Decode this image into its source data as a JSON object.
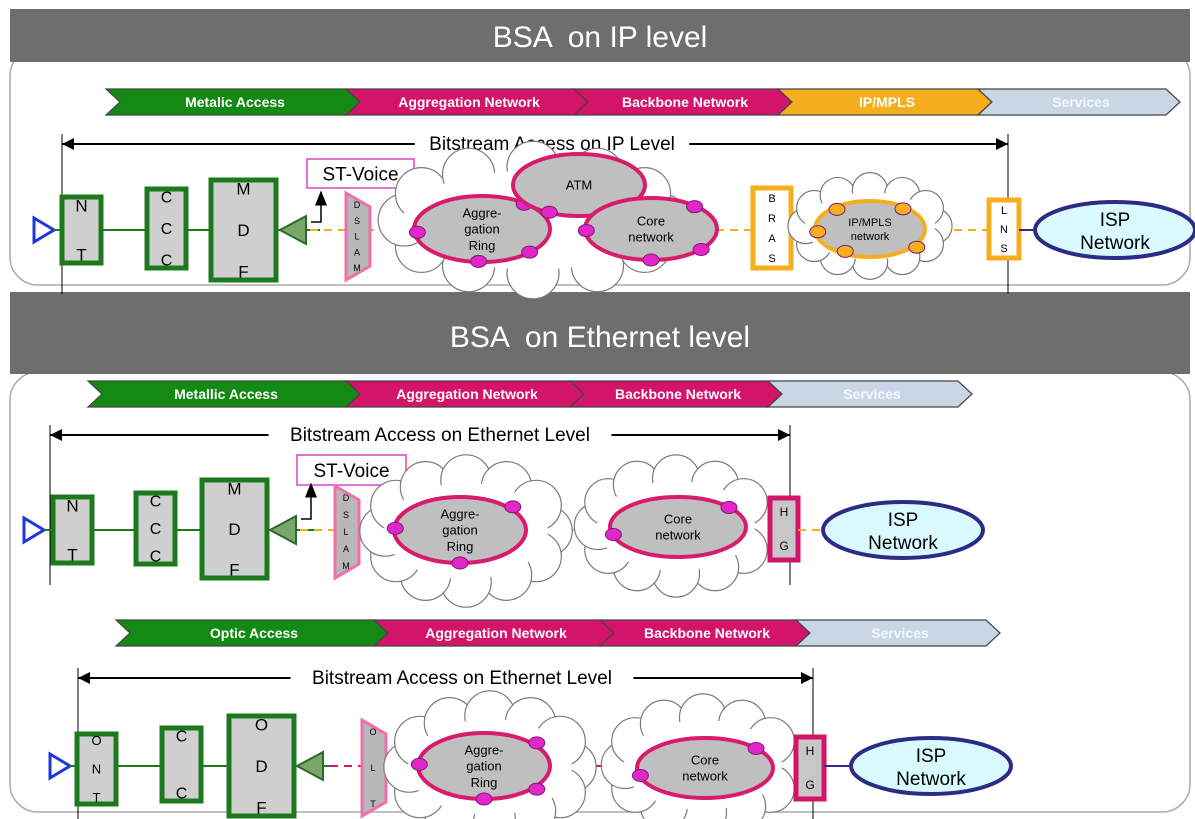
{
  "sections": [
    {
      "title": "BSA  on IP level"
    },
    {
      "title": "BSA  on Ethernet level"
    }
  ],
  "stages": {
    "ip": [
      "Metalic Access",
      "Aggregation Network",
      "Backbone Network",
      "IP/MPLS",
      "Services"
    ],
    "eth": [
      "Metallic Access",
      "Aggregation Network",
      "Backbone Network",
      "Services"
    ],
    "optic": [
      "Optic Access",
      "Aggregation Network",
      "Backbone Network",
      "Services"
    ]
  },
  "spans": {
    "ip": "Bitstream Access on IP Level",
    "eth": "Bitstream Access on Ethernet  Level",
    "optic": "Bitstream Access on Ethernet  Level"
  },
  "voice": "ST-Voice",
  "labels": {
    "nt": [
      "N",
      "T"
    ],
    "ont": [
      "O",
      "N",
      "T"
    ],
    "cc3": [
      "C",
      "C",
      "C"
    ],
    "cc2": [
      "C",
      "C"
    ],
    "mdf": [
      "M",
      "D",
      "F"
    ],
    "odf": [
      "O",
      "D",
      "F"
    ],
    "dslam": [
      "D",
      "S",
      "L",
      "A",
      "M"
    ],
    "olt": [
      "O",
      "L",
      "T"
    ],
    "bras": [
      "B",
      "R",
      "A",
      "S"
    ],
    "lns": [
      "L",
      "N",
      "S"
    ],
    "hg": [
      "H",
      "G"
    ],
    "agg": [
      "Aggre-",
      "gation",
      "Ring"
    ],
    "core": [
      "Core",
      "network"
    ],
    "atm": "ATM",
    "ipmpls": [
      "IP/MPLS",
      "network"
    ],
    "isp": [
      "ISP",
      "Network"
    ]
  },
  "colors": {
    "header": "#6e6e6e",
    "green": "#138a13",
    "magenta": "#d4136a",
    "orange": "#f5ae1e",
    "services": "#c9d6e6",
    "box_green": "#1c7a1c",
    "box_fill": "#cfcfcf",
    "ring": "#d81b6d",
    "node": "#e326c8",
    "isp_fill": "#d9fbff",
    "isp_stroke": "#2c2c86",
    "voice": "#dd44cc",
    "triangle": "#1f35e0"
  }
}
